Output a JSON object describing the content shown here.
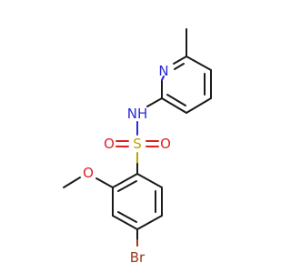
{
  "molecule": {
    "atom_labels": {
      "pyridine_n": "N",
      "amide_nh": "NH",
      "sulfur": "S",
      "oxygen_left": "O",
      "oxygen_right": "O",
      "methoxy_o": "O",
      "bromine": "Br"
    },
    "colors": {
      "carbon_bond": "#1a1a1a",
      "nitrogen": "#2b2bd9",
      "oxygen": "#e02020",
      "sulfur": "#bba300",
      "bromine": "#9a3a1a",
      "background": "#ffffff"
    }
  }
}
